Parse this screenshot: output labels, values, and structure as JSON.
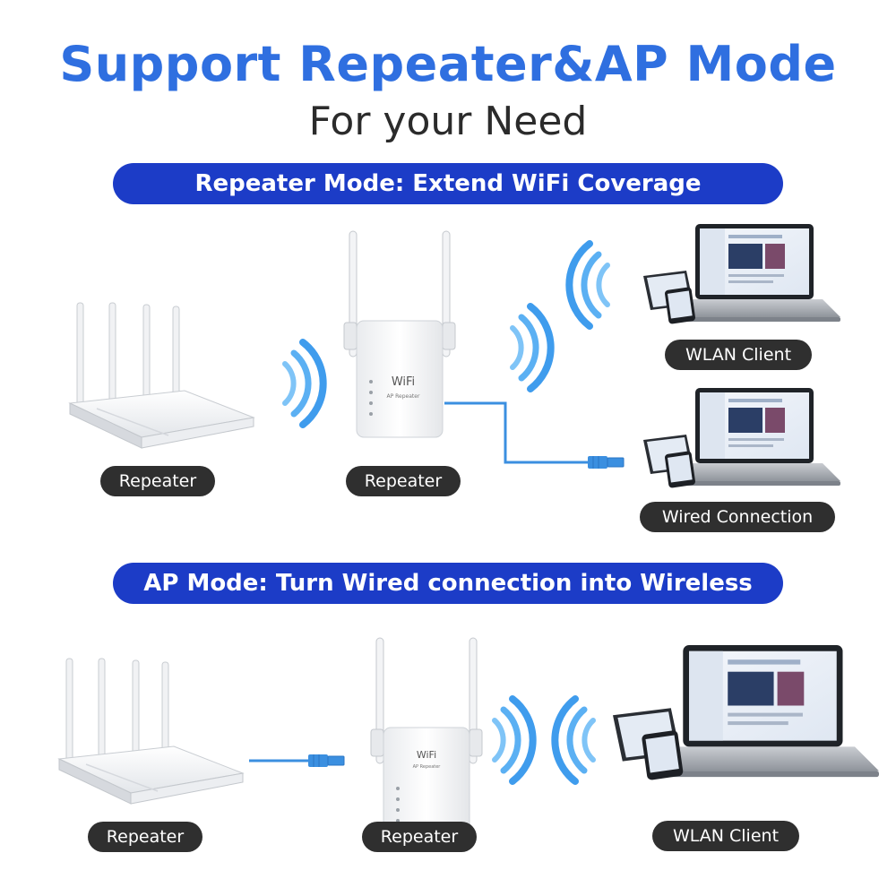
{
  "header": {
    "title": "Support Repeater&AP Mode",
    "subtitle": "For your Need"
  },
  "repeater_mode": {
    "banner": "Repeater Mode: Extend WiFi Coverage",
    "labels": {
      "router": "Repeater",
      "repeater": "Repeater",
      "wlan_client": "WLAN Client",
      "wired": "Wired Connection"
    }
  },
  "ap_mode": {
    "banner": "AP Mode: Turn Wired connection into Wireless",
    "labels": {
      "router": "Repeater",
      "repeater": "Repeater",
      "wlan_client": "WLAN Client"
    }
  },
  "device": {
    "logo": "WiFi",
    "model_text": "AP Repeater"
  },
  "colors": {
    "title_blue": "#2f6fe0",
    "banner_blue": "#1c3cc7",
    "pill_dark": "#2f2f2f",
    "signal_blue": "#4aa7f0",
    "cable_blue": "#3b8fe0"
  },
  "icons": [
    "router-icon",
    "repeater-device-icon",
    "wifi-signal-icon",
    "laptop-icon",
    "tablet-icon",
    "phone-icon",
    "ethernet-cable-icon"
  ]
}
